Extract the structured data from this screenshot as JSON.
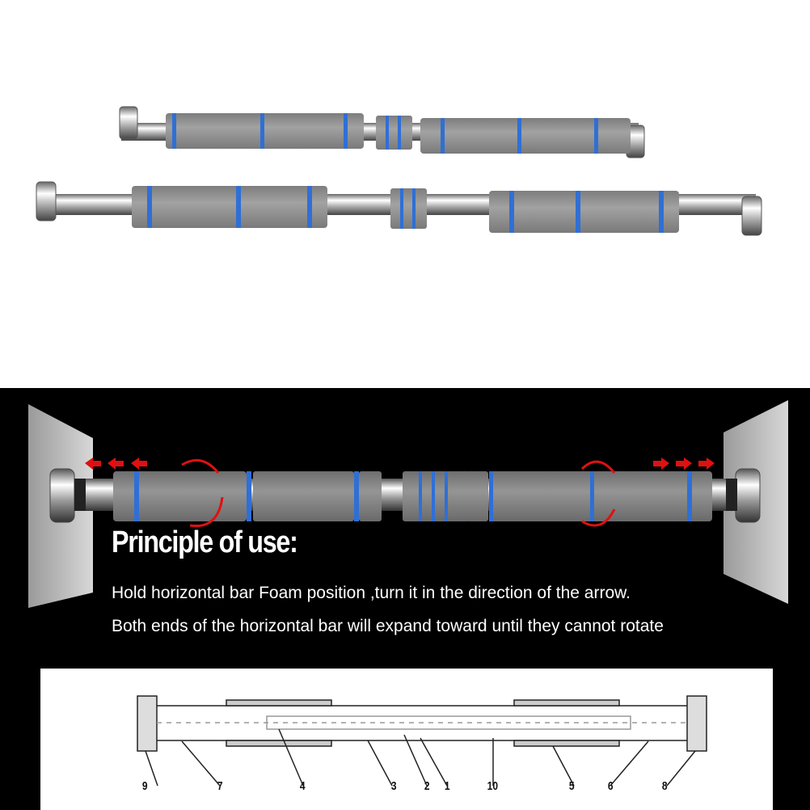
{
  "colors": {
    "foam": "#8f8f8f",
    "ring": "#2f6fd6",
    "arrow": "#e01010",
    "background_bottom": "#000000"
  },
  "instructions": {
    "heading": "Principle of use:",
    "line1": "Hold horizontal bar Foam position ,turn it in the direction of the arrow.",
    "line2": "Both ends of the horizontal bar will expand toward until they cannot rotate"
  },
  "diagram": {
    "part_numbers": [
      "9",
      "7",
      "4",
      "3",
      "2",
      "1",
      "10",
      "5",
      "6",
      "8"
    ]
  }
}
